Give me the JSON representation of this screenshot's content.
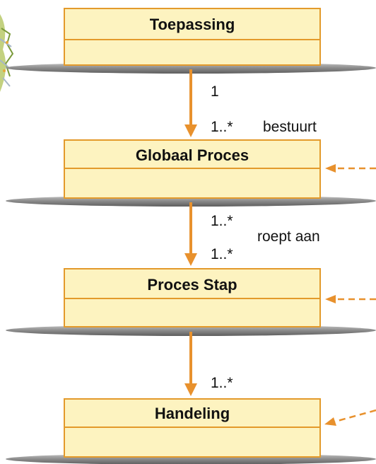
{
  "diagram": {
    "classes": [
      {
        "id": "toepassing",
        "name": "Toepassing"
      },
      {
        "id": "globaal-proces",
        "name": "Globaal Proces"
      },
      {
        "id": "proces-stap",
        "name": "Proces Stap"
      },
      {
        "id": "handeling",
        "name": "Handeling"
      }
    ],
    "associations": [
      {
        "from": "toepassing",
        "to": "globaal-proces",
        "source_multiplicity": "1",
        "target_multiplicity": "1..*",
        "label": "bestuurt"
      },
      {
        "from": "globaal-proces",
        "to": "proces-stap",
        "source_multiplicity": "1..*",
        "target_multiplicity": "1..*",
        "label": "roept aan"
      },
      {
        "from": "proces-stap",
        "to": "handeling",
        "source_multiplicity": "",
        "target_multiplicity": "1..*",
        "label": ""
      }
    ],
    "colors": {
      "class_fill": "#fdf3c0",
      "class_border": "#e39a2b",
      "arrow": "#e8912d",
      "shadow": "#8a8a8a"
    }
  }
}
